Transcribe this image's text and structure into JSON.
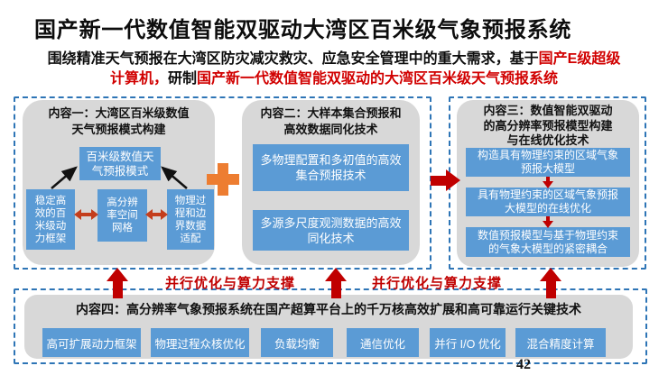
{
  "slide": {
    "title": "国产新一代数值智能双驱动大湾区百米级气象预报系统",
    "page_number": "42"
  },
  "subtitle": {
    "part1_black": "围绕精准天气预报在大湾区防灾减灾救灾、应急安全管理中的重大需求，基于",
    "part1_red": "国产E级超级",
    "part2_red": "计算机，",
    "part2_black": "研制",
    "part3_red": "国产新一代数值智能双驱动的大湾区百米级天气预报系统"
  },
  "content1": {
    "heading": "内容一：大湾区百米级数值天气预报模式构建",
    "top_box": "百米级数值天气预报模式",
    "boxes": [
      "稳定高效的百米级动力框架",
      "高分辨率空间网格",
      "物理过程和边界数据适配"
    ]
  },
  "content2": {
    "heading": "内容二：大样本集合预报和高效数据同化技术",
    "boxes": [
      "多物理配置和多初值的高效集合预报技术",
      "多源多尺度观测数据的高效同化技术"
    ]
  },
  "content3": {
    "heading": "内容三：数值智能双驱动的高分辨率预报模型构建与在线优化技术",
    "boxes": [
      "构造具有物理约束的区域气象预报大模型",
      "具有物理约束的区域气象预报大模型的在线优化",
      "数值预报模型与基于物理约束的气象大模型的紧密耦合"
    ]
  },
  "content4": {
    "heading": "内容四：高分辨率气象预报系统在国产超算平台上的千万核高效扩展和高可靠运行关键技术",
    "boxes": [
      "高可扩展动力框架",
      "物理过程众核优化",
      "负载均衡",
      "通信优化",
      "并行 I/O 优化",
      "混合精度计算"
    ]
  },
  "labels": {
    "support_left": "并行优化与算力支撑",
    "support_right": "并行优化与算力支撑"
  },
  "colors": {
    "accent_blue": "#5b9bd5",
    "panel_gray": "#d8d8d8",
    "dashed_border_blue": "#2e75b6",
    "arrow_red": "#c00000",
    "text_red": "#d10000",
    "plus_orange": "#ed7d31",
    "double_arrow_orange_red": "#c43e1c"
  }
}
